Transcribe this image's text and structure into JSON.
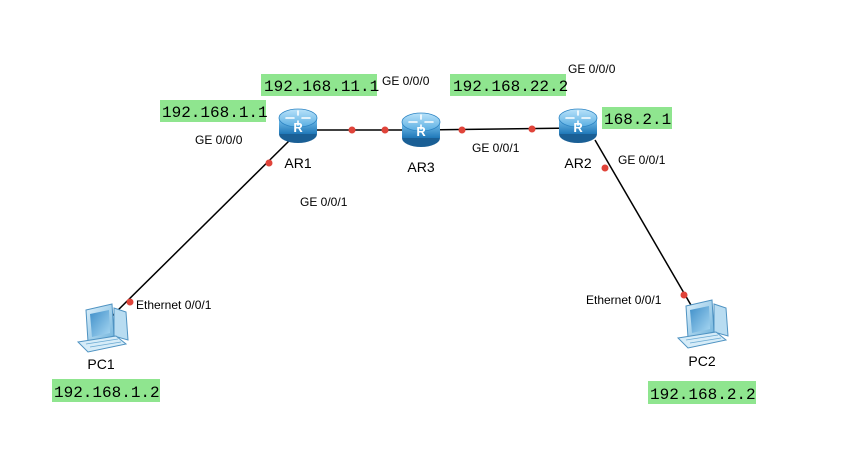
{
  "colors": {
    "ip_highlight": "#8fe58f",
    "link": "#000000",
    "port_dot": "#e0443a",
    "router_body": "#3d9ad6",
    "pc_body": "#9ecde8"
  },
  "nodes": {
    "ar1": {
      "label": "AR1",
      "icon": "router-icon"
    },
    "ar2": {
      "label": "AR2",
      "icon": "router-icon"
    },
    "ar3": {
      "label": "AR3",
      "icon": "router-icon"
    },
    "pc1": {
      "label": "PC1",
      "icon": "pc-icon"
    },
    "pc2": {
      "label": "PC2",
      "icon": "pc-icon"
    }
  },
  "ips": {
    "ar1_ge000": "192.168.1.1",
    "ar1_ge001": "192.168.11.1",
    "ar2_ge000": "192.168.22.2",
    "ar2_ge001": "168.2.1",
    "pc1": "192.168.1.2",
    "pc2": "192.168.2.2"
  },
  "ports": {
    "ar1_left": "GE 0/0/0",
    "ar1_right": "GE 0/0/1",
    "ar3_left": "GE 0/0/0",
    "ar3_right": "GE 0/0/1",
    "ar2_top": "GE 0/0/0",
    "ar2_right": "GE 0/0/1",
    "pc1_port": "Ethernet 0/0/1",
    "pc2_port": "Ethernet 0/0/1"
  },
  "links": [
    {
      "from": "ar1",
      "to": "ar3"
    },
    {
      "from": "ar3",
      "to": "ar2"
    },
    {
      "from": "ar1",
      "to": "pc1"
    },
    {
      "from": "ar2",
      "to": "pc2"
    }
  ]
}
